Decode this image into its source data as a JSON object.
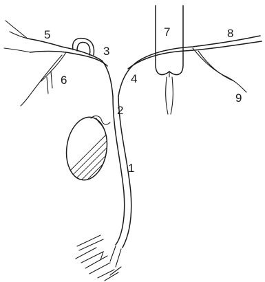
{
  "labels": {
    "n1": "1",
    "n2": "2",
    "n3": "3",
    "n4": "4",
    "n5": "5",
    "n6": "6",
    "n7": "7",
    "n8": "8",
    "n9": "9"
  },
  "colors": {
    "ink": "#1a1a1a",
    "background": "#ffffff"
  }
}
